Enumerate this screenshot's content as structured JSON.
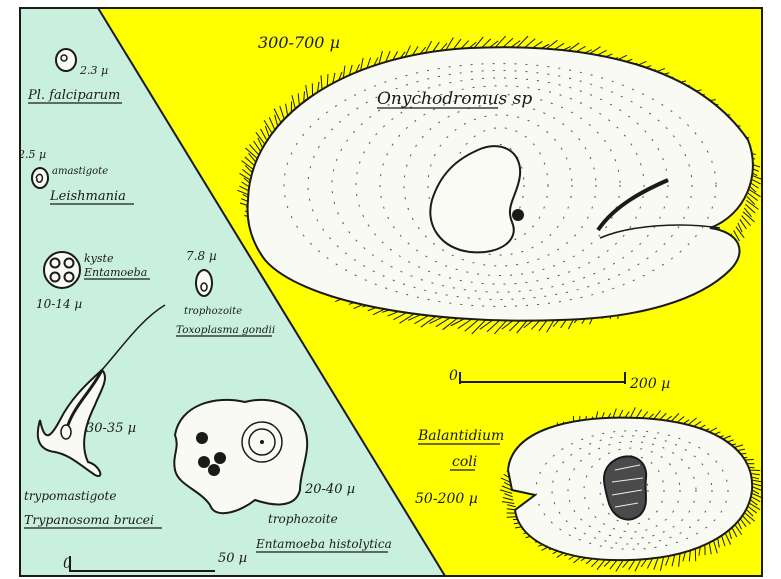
{
  "colors": {
    "left_panel": "#c9f0de",
    "right_panel": "#ffff00",
    "ink": "#1a1a1a",
    "cell_fill": "#fafaf5"
  },
  "labels": {
    "onychodromus_size": "300-700 µ",
    "onychodromus_name": "Onychodromus sp",
    "scale_zero": "0",
    "scale_200": "200 µ",
    "balantidium_name_1": "Balantidium",
    "balantidium_name_2": "coli",
    "balantidium_size": "50-200 µ",
    "plasmodium_size": "2.3 µ",
    "plasmodium_name": "Pl. falciparum",
    "leishmania_size": "2.5 µ",
    "leishmania_stage": "amastigote",
    "leishmania_name": "Leishmania",
    "entamoeba_cyst_stage_1": "kyste",
    "entamoeba_cyst_stage_2": "Entamoeba",
    "entamoeba_cyst_size": "10-14 µ",
    "giardia_size": "7.8 µ",
    "giardia_stage": "trophozoite",
    "giardia_name": "Toxoplasma gondii",
    "trypanosoma_size": "30-35 µ",
    "trypanosoma_stage": "trypomastigote",
    "trypanosoma_name": "Trypanosoma brucei",
    "entamoeba_troph_size": "20-40 µ",
    "entamoeba_troph_stage": "trophozoite",
    "entamoeba_troph_name": "Entamoeba histolytica",
    "scale_small_zero": "0",
    "scale_50": "50 µ"
  }
}
